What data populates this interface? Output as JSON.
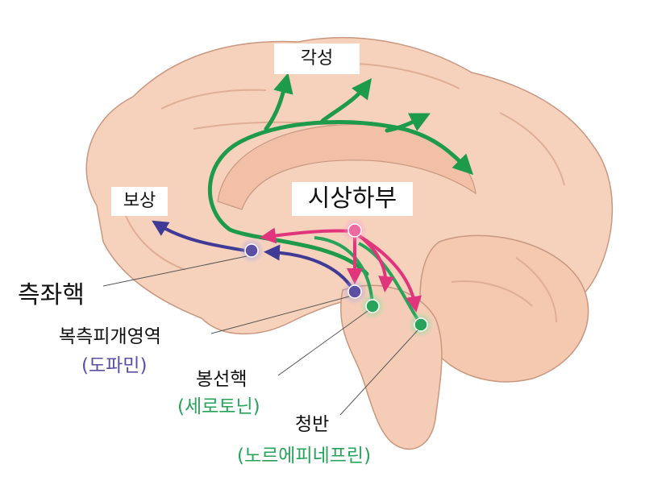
{
  "labels": {
    "arousal": "각성",
    "reward": "보상",
    "hypothalamus": "시상하부",
    "nucleus_accumbens": "측좌핵",
    "vta": "복측피개영역",
    "vta_transmitter": "(도파민)",
    "raphe": "봉선핵",
    "raphe_transmitter": "(세로토닌)",
    "locus_coeruleus": "청반",
    "lc_transmitter": "(노르에피네프린)"
  },
  "colors": {
    "brain_fill": "#f6d2bd",
    "brain_edge": "#c9977f",
    "arousal_path": "#1e9a4b",
    "dopamine": "#5c4ea3",
    "serotonin": "#27a35a",
    "norepinephrine": "#27a35a",
    "hypothalamus_path": "#e0347c",
    "pointer_line": "#555555"
  }
}
